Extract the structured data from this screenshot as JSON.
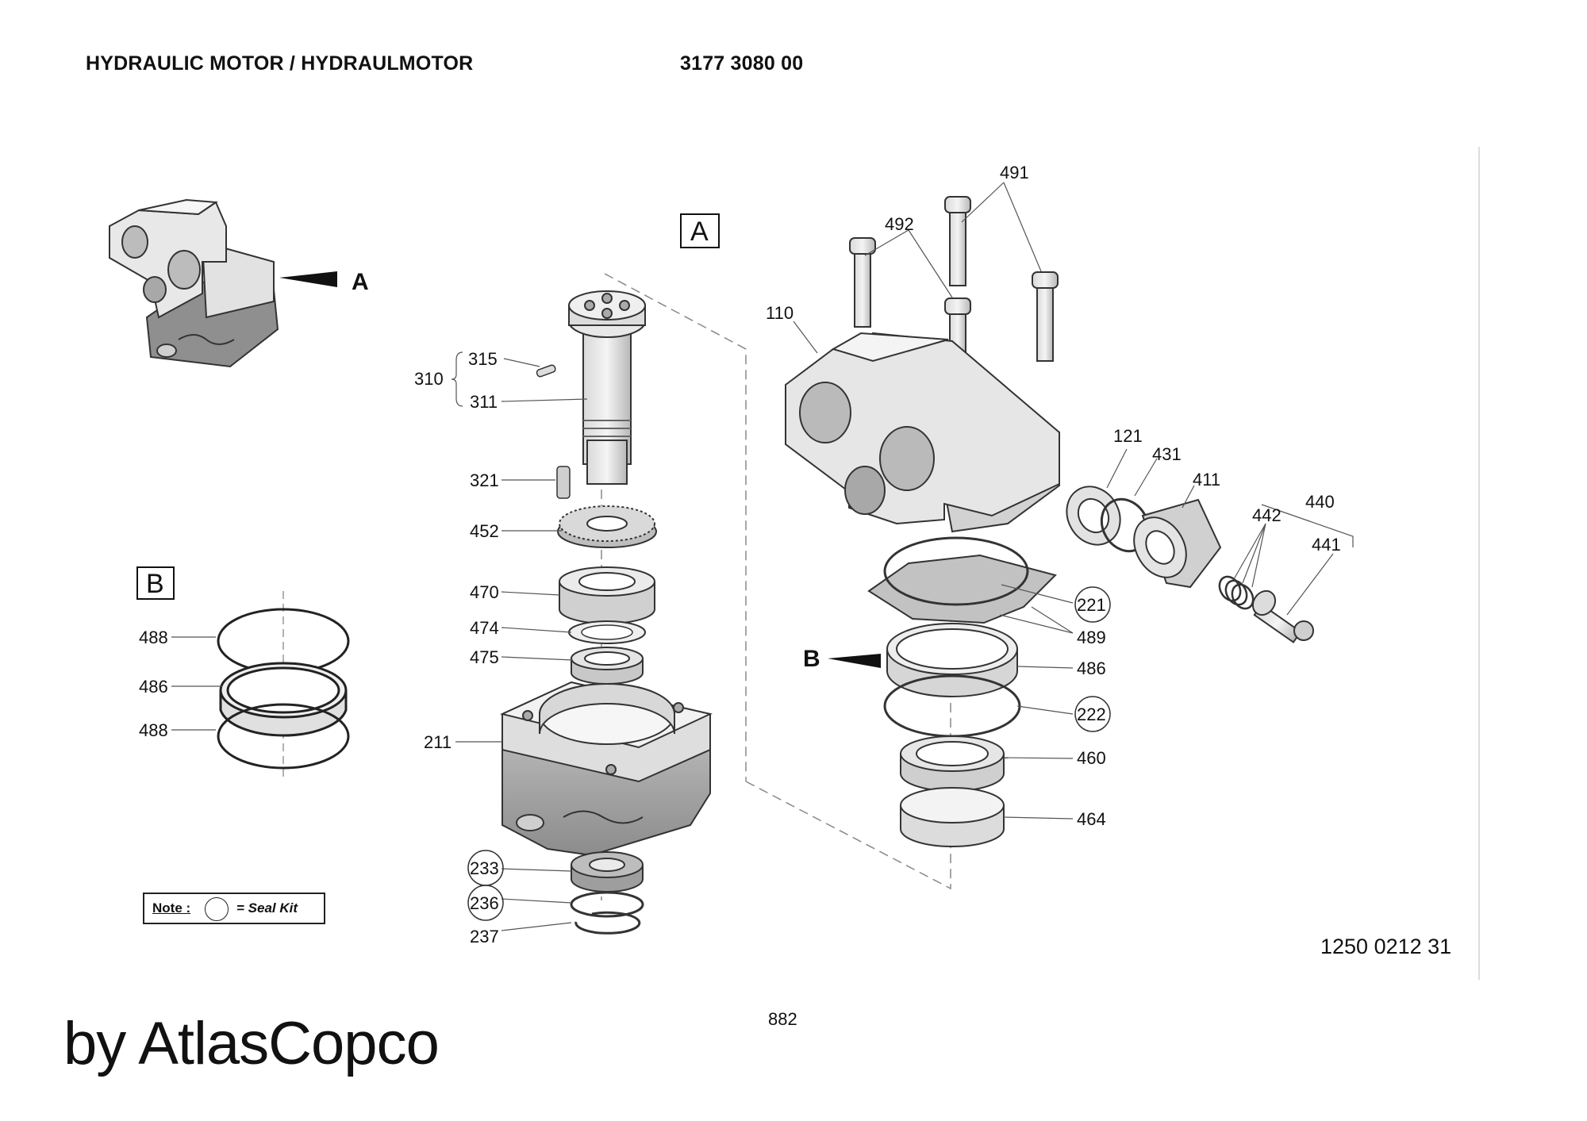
{
  "header": {
    "title": "HYDRAULIC MOTOR / HYDRAULMOTOR",
    "part_number": "3177 3080 00"
  },
  "views": {
    "a_label": "A",
    "b_label": "B",
    "a_arrow_label": "A",
    "b_arrow_label": "B"
  },
  "callouts": {
    "c491": "491",
    "c492": "492",
    "c110": "110",
    "c315": "315",
    "c310": "310",
    "c311": "311",
    "c321": "321",
    "c452": "452",
    "c470": "470",
    "c474": "474",
    "c475": "475",
    "c211": "211",
    "c233": "233",
    "c236": "236",
    "c237": "237",
    "c121": "121",
    "c431": "431",
    "c411": "411",
    "c440": "440",
    "c442": "442",
    "c441": "441",
    "c221": "221",
    "c489": "489",
    "c486": "486",
    "c222": "222",
    "c460": "460",
    "c464": "464",
    "b488a": "488",
    "b486": "486",
    "b488b": "488"
  },
  "note": {
    "label": "Note :",
    "text": "= Seal Kit"
  },
  "drawing_number": "1250 0212 31",
  "page_number": "882",
  "brand": "by AtlasCopco"
}
